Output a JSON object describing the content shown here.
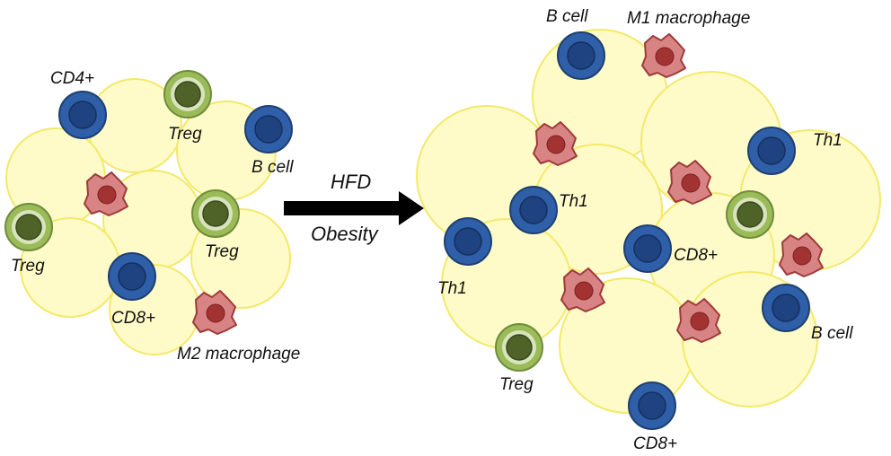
{
  "colors": {
    "adipocyte_fill": "#FFFBC8",
    "adipocyte_stroke": "#F3E96A",
    "blue_cell": "#2E5FA8",
    "blue_cell_inner": "#1F4380",
    "treg_outer": "#9BBB59",
    "treg_ring": "#D7E4BD",
    "treg_inner": "#4F6228",
    "macrophage": "#D98484",
    "macrophage_nucleus": "#A33333",
    "arrow": "#000000"
  },
  "arrow": {
    "top_label": "HFD",
    "bottom_label": "Obesity"
  },
  "lean": {
    "labels": {
      "cd4": "CD4+",
      "treg_top": "Treg",
      "bcell": "B cell",
      "treg_left": "Treg",
      "treg_right": "Treg",
      "cd8": "CD8+",
      "m2": "M2 macrophage"
    }
  },
  "obese": {
    "labels": {
      "bcell_top": "B cell",
      "m1": "M1 macrophage",
      "th1_right": "Th1",
      "th1_center": "Th1",
      "th1_left": "Th1",
      "cd8_center": "CD8+",
      "bcell_right": "B cell",
      "treg": "Treg",
      "cd8_bottom": "CD8+"
    }
  }
}
